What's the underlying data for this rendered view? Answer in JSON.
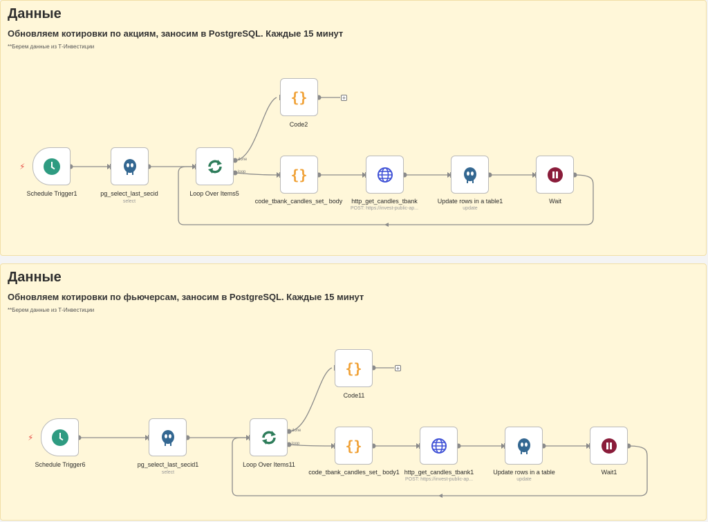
{
  "workflows": [
    {
      "title": "Данные",
      "subtitle": "Обновляем котировки по акциям, заносим в PostgreSQL. Каждые 15 минут",
      "note": "**Берем данные из Т-Инвестиции",
      "nodes": {
        "trigger": {
          "label": "Schedule Trigger1",
          "icon": "clock-icon"
        },
        "select": {
          "label": "pg_select_last_secid",
          "sub": "select",
          "icon": "postgres-icon"
        },
        "loop": {
          "label": "Loop Over Items5",
          "icon": "loop-icon",
          "done": "done",
          "loop": "loop"
        },
        "code_done": {
          "label": "Code2",
          "icon": "code-icon"
        },
        "code_set": {
          "label": "code_tbank_candles_set_ body",
          "icon": "code-icon"
        },
        "http": {
          "label": "http_get_candles_tbank",
          "sub": "POST: https://invest-public-ap...",
          "icon": "globe-icon"
        },
        "update": {
          "label": "Update rows in a table1",
          "sub": "update",
          "icon": "postgres-icon"
        },
        "wait": {
          "label": "Wait",
          "icon": "pause-icon"
        }
      }
    },
    {
      "title": "Данные",
      "subtitle": "Обновляем котировки по фьючерсам, заносим в PostgreSQL. Каждые 15 минут",
      "note": "**Берем данные из Т-Инвестиции",
      "nodes": {
        "trigger": {
          "label": "Schedule Trigger6",
          "icon": "clock-icon"
        },
        "select": {
          "label": "pg_select_last_secid1",
          "sub": "select",
          "icon": "postgres-icon"
        },
        "loop": {
          "label": "Loop Over Items11",
          "icon": "loop-icon",
          "done": "done",
          "loop": "loop"
        },
        "code_done": {
          "label": "Code11",
          "icon": "code-icon"
        },
        "code_set": {
          "label": "code_tbank_candles_set_ body1",
          "icon": "code-icon"
        },
        "http": {
          "label": "http_get_candles_tbank1",
          "sub": "POST: https://invest-public-ap...",
          "icon": "globe-icon"
        },
        "update": {
          "label": "Update rows in a table",
          "sub": "update",
          "icon": "postgres-icon"
        },
        "wait": {
          "label": "Wait1",
          "icon": "pause-icon"
        }
      }
    }
  ],
  "colors": {
    "panel_bg": "#fff7d9",
    "trigger_bolt": "#e8534a",
    "code": "#f0a136",
    "loop": "#2e7d5b",
    "globe": "#3f51d6",
    "wait": "#8a1c3a",
    "postgres": "#336791"
  }
}
